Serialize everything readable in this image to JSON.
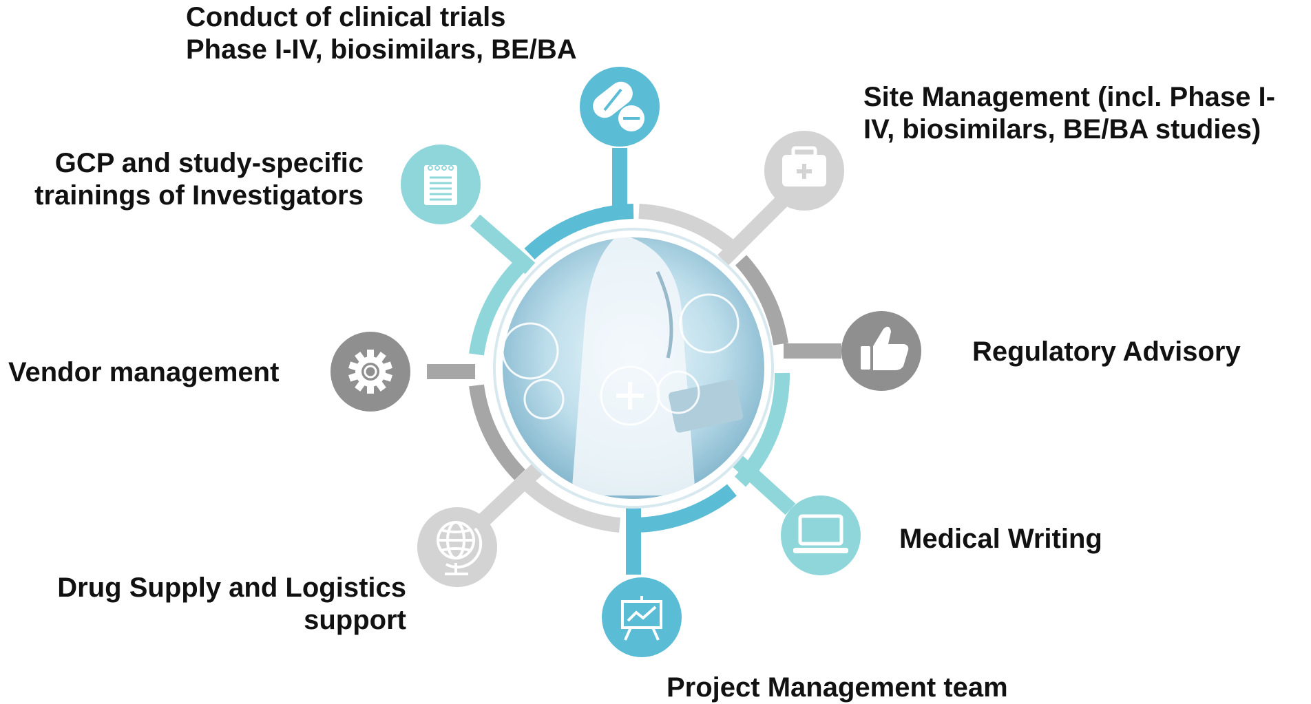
{
  "hub": {
    "image": "doctor-with-tablet-and-medical-icons"
  },
  "colors": {
    "blue": "#5bbcd6",
    "teal": "#8fd6da",
    "gray": "#a6a6a6",
    "light_gray": "#d3d3d3"
  },
  "services": [
    {
      "id": "clinical-trials",
      "lines": [
        "Conduct of clinical trials",
        "Phase I-IV, biosimilars, BE/BA"
      ],
      "icon": "pills-icon",
      "color": "blue"
    },
    {
      "id": "site-management",
      "lines": [
        "Site Management (incl. Phase I-",
        "IV, biosimilars, BE/BA studies)"
      ],
      "icon": "medical-kit-icon",
      "color": "light_gray"
    },
    {
      "id": "regulatory-advisory",
      "lines": [
        "Regulatory Advisory"
      ],
      "icon": "thumbs-up-icon",
      "color": "gray"
    },
    {
      "id": "medical-writing",
      "lines": [
        "Medical Writing"
      ],
      "icon": "laptop-icon",
      "color": "teal"
    },
    {
      "id": "project-management",
      "lines": [
        "Project Management team"
      ],
      "icon": "presentation-board-icon",
      "color": "blue"
    },
    {
      "id": "drug-supply",
      "lines": [
        "Drug Supply and Logistics",
        "support"
      ],
      "icon": "globe-icon",
      "color": "light_gray"
    },
    {
      "id": "vendor-management",
      "lines": [
        "Vendor management"
      ],
      "icon": "gear-icon",
      "color": "gray"
    },
    {
      "id": "gcp-trainings",
      "lines": [
        "GCP and study-specific",
        "trainings of Investigators"
      ],
      "icon": "notepad-icon",
      "color": "teal"
    }
  ]
}
